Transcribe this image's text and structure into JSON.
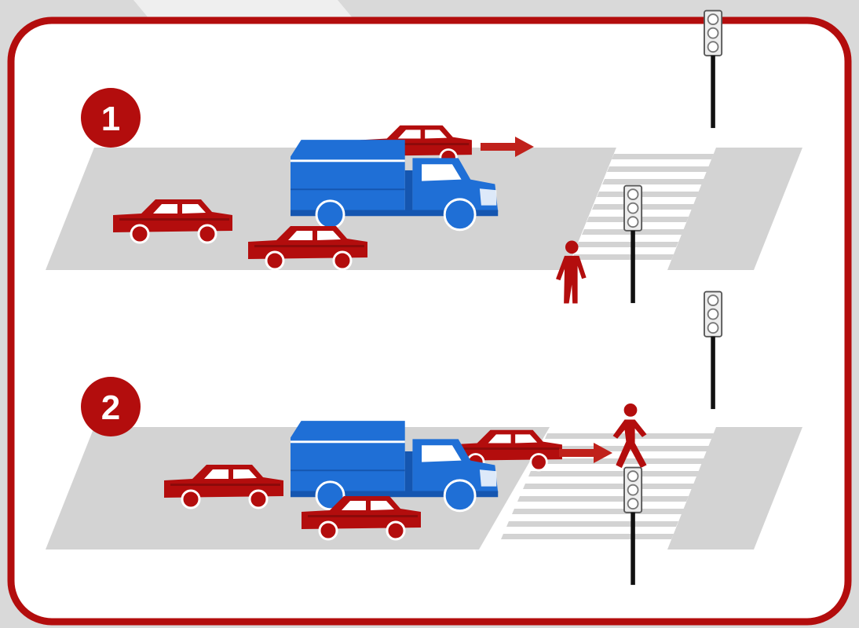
{
  "colors": {
    "background": "#d9d9d9",
    "panel": "#ffffff",
    "frame": "#b30d0d",
    "road": "#d3d3d3",
    "crosswalk_stripe": "#ffffff",
    "car": "#b30d0d",
    "car_window": "#ffffff",
    "truck": "#1f6fd6",
    "truck_dark": "#1556b0",
    "pole": "#111111",
    "signal_box": "#ededed",
    "pedestrian": "#b30d0d",
    "arrow": "#c0211b"
  },
  "scenes": [
    {
      "badge": "1",
      "pedestrian_state": "waiting at curb"
    },
    {
      "badge": "2",
      "pedestrian_state": "crossing"
    }
  ],
  "icons": {
    "car": "car-icon",
    "truck": "truck-icon",
    "pedestrian": "pedestrian-icon",
    "traffic_light": "traffic-light-icon",
    "arrow": "arrow-right-icon"
  }
}
